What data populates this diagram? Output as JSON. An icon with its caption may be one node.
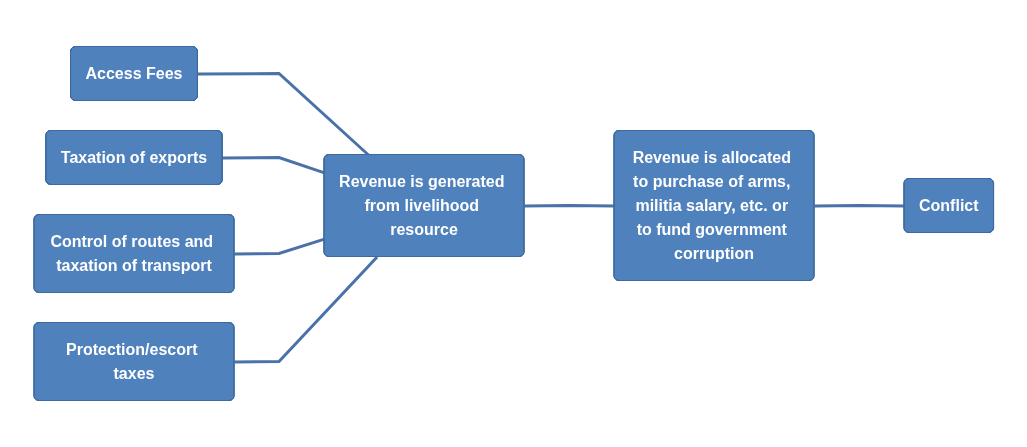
{
  "diagram": {
    "nodes": [
      {
        "text": [
          "Access Fees"
        ]
      },
      {
        "text": [
          "Taxation of exports"
        ]
      },
      {
        "text": [
          "Control of routes and taxation of transport"
        ]
      },
      {
        "text": [
          "Protection/escort taxes"
        ]
      },
      {
        "text": [
          "Revenue is generated from livelihood resource"
        ]
      },
      {
        "text": [
          "Revenue is allocated to purchase of arms, militia salary, etc. or to fund government corruption"
        ]
      },
      {
        "text": [
          "Conflict"
        ]
      }
    ],
    "edges": [
      {
        "from": 0,
        "to": 4,
        "arrow": "none"
      },
      {
        "from": 1,
        "to": 4,
        "arrow": "none"
      },
      {
        "from": 2,
        "to": 4,
        "arrow": "none"
      },
      {
        "from": 3,
        "to": 4,
        "arrow": "none"
      },
      {
        "from": 4,
        "to": 5,
        "arrow": "none"
      },
      {
        "from": 5,
        "to": 6,
        "arrow": "none"
      }
    ]
  }
}
